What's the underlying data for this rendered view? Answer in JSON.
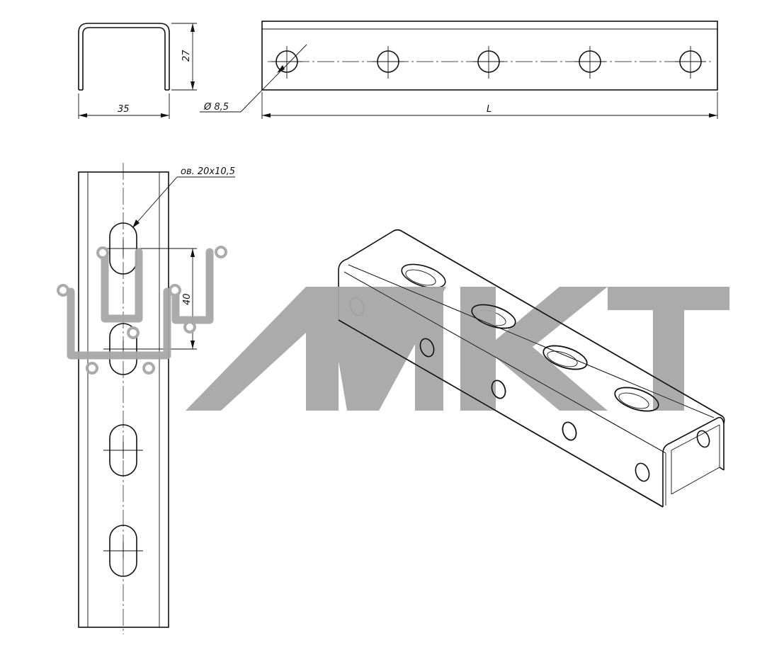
{
  "dimensions": {
    "width_label": "35",
    "height_label": "27",
    "hole_label": "Ø 8,5",
    "length_label": "L",
    "slot_label": "ов. 20х10,5",
    "pitch_label": "40"
  },
  "watermark": {
    "text": "МКТ",
    "color": "#a7a7a7"
  },
  "icons": {
    "diameter_symbol": "diameter-icon",
    "logo": "cable-tray-logo-icon"
  }
}
